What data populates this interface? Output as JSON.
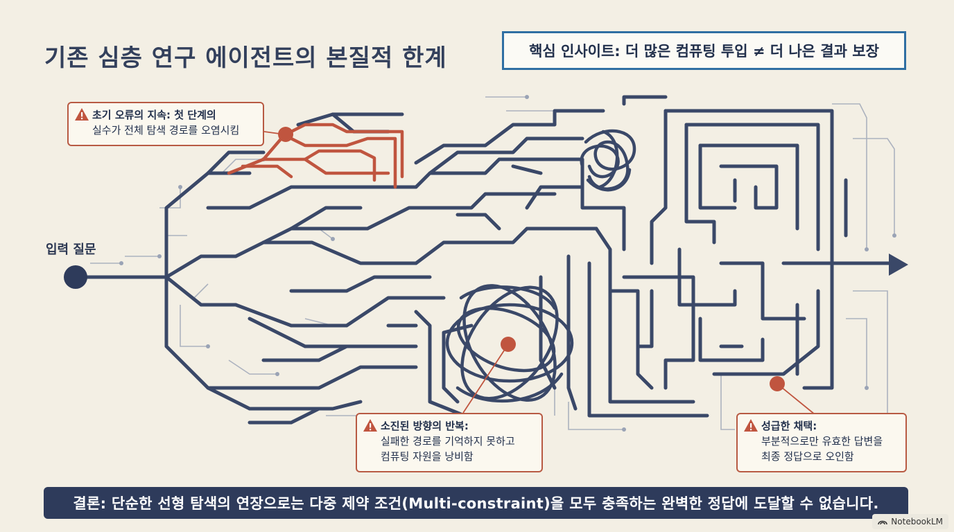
{
  "title": "기존 심층 연구 에이전트의 본질적 한계",
  "insight": "핵심 인사이트: 더 많은 컴퓨팅 투입 ≠ 더 나은 결과 보장",
  "input_label": "입력 질문",
  "callouts": [
    {
      "title": "초기 오류의 지속: 첫 단계의",
      "body": "실수가 전체 탐색 경로를 오염시킴"
    },
    {
      "title": "소진된 방향의 반복:",
      "body1": "실패한 경로를 기억하지 못하고",
      "body2": "컴퓨팅 자원을 낭비함"
    },
    {
      "title": "성급한 채택:",
      "body1": "부분적으로만 유효한 답변을",
      "body2": "최종 정답으로 오인함"
    }
  ],
  "conclusion": "결론: 단순한 선형 탐색의 연장으로는 다중 제약 조건(Multi-constraint)을 모두 충족하는 완벽한 정답에 도달할 수 없습니다.",
  "brand": "NotebookLM",
  "colors": {
    "path": "#3a4868",
    "error": "#c0553f",
    "accent": "#2f6fa3",
    "background": "#f3efe4"
  },
  "icons": [
    "warning-icon",
    "arrow-right-icon",
    "notebooklm-logo-icon"
  ]
}
